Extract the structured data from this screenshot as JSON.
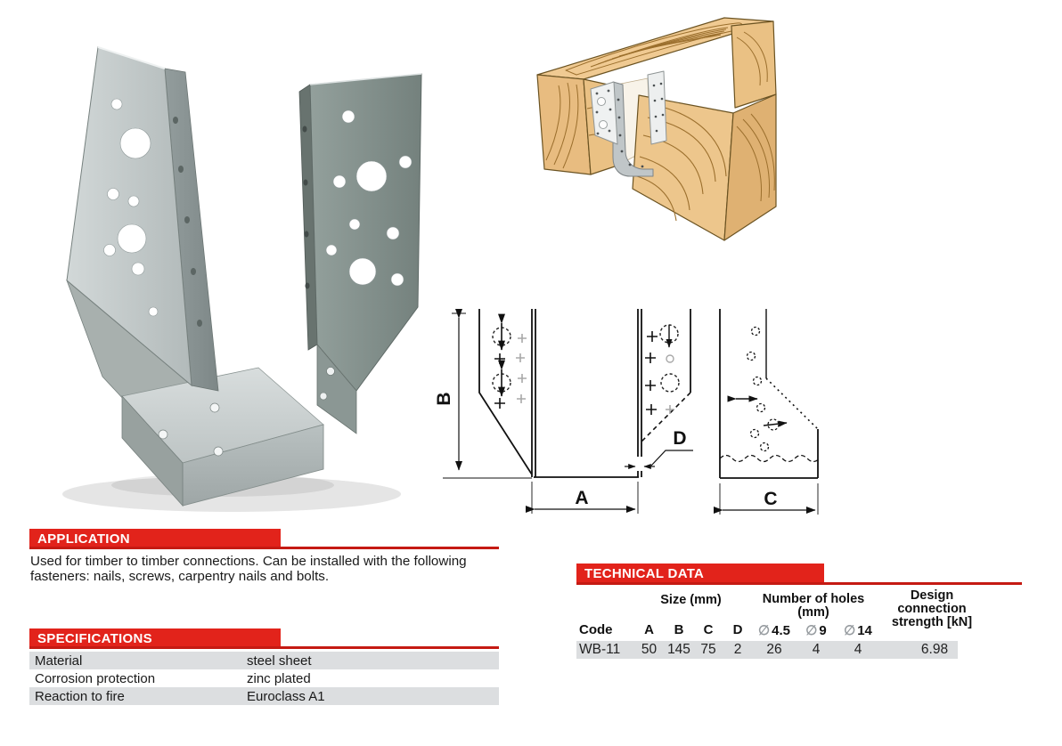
{
  "colors": {
    "banner_red": "#e2231b",
    "underline_red": "#c51a13",
    "row_gray": "#dcdee0",
    "metal_light": "#c5cbcb",
    "metal_dark": "#7d8a86",
    "wood": "#eac184"
  },
  "application": {
    "title": "APPLICATION",
    "body": "Used for timber to timber connections. Can be installed with the following fasteners: nails, screws, carpentry nails and bolts."
  },
  "specifications": {
    "title": "SPECIFICATIONS",
    "rows": [
      {
        "label": "Material",
        "value": "steel sheet"
      },
      {
        "label": "Corrosion protection",
        "value": "zinc plated"
      },
      {
        "label": "Reaction to fire",
        "value": "Euroclass A1"
      }
    ]
  },
  "technical_data": {
    "title": "TECHNICAL DATA",
    "header": {
      "code": "Code",
      "size_group": "Size (mm)",
      "size_cols": [
        "A",
        "B",
        "C",
        "D"
      ],
      "holes_group": "Number of holes",
      "holes_unit": "(mm)",
      "dia_symbol": "∅",
      "hole_cols": [
        "4.5",
        "9",
        "14"
      ],
      "design_lines": [
        "Design",
        "connection",
        "strength [kN]"
      ]
    },
    "row": {
      "code": "WB-11",
      "a": "50",
      "b": "145",
      "c": "75",
      "d": "2",
      "holes_4_5": "26",
      "holes_9": "4",
      "holes_14": "4",
      "strength": "6.98"
    }
  },
  "drawing": {
    "labels": {
      "height": "B",
      "width": "A",
      "thickness": "D",
      "depth": "C"
    }
  }
}
